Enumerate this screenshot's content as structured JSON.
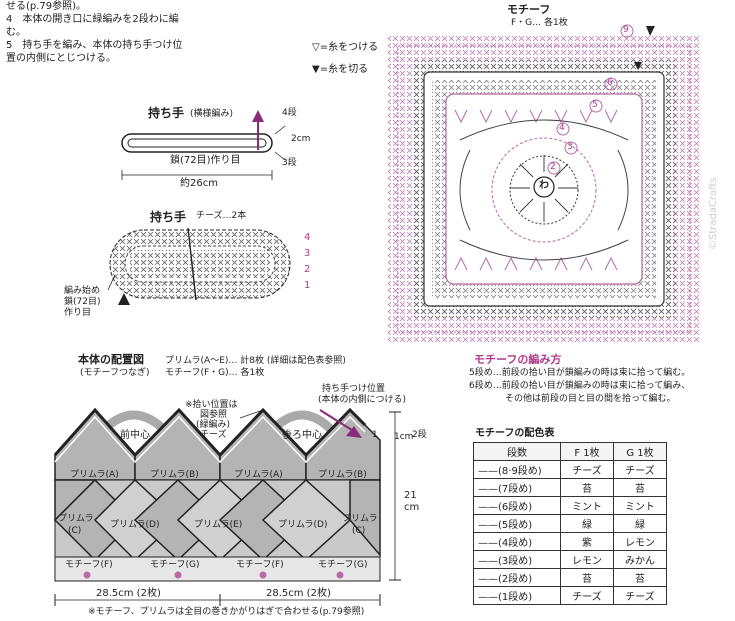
{
  "top_notes": {
    "line_0": "せる(p.79参照)。",
    "line_4a": "4　本体の開き口に緑編みを2段わに編",
    "line_4b": "む。",
    "line_5a": "5　持ち手を編み、本体の持ち手つけ位",
    "line_5b": "置の内側にとじつける。"
  },
  "legend": {
    "attach": "▽=糸をつける",
    "cut": "▼=糸を切る"
  },
  "handle1": {
    "title": "持ち手",
    "subtitle": "(横様編み)",
    "chain": "鎖(72目)作り目",
    "width": "約26cm",
    "rows_top": "4段",
    "rows_bottom": "3段",
    "height": "2cm"
  },
  "handle2": {
    "title": "持ち手",
    "note": "チーズ…2本",
    "start": "編み始め",
    "chain": "鎖(72目)",
    "made": "作り目",
    "rows": [
      "4",
      "3",
      "2",
      "1"
    ]
  },
  "motif": {
    "title": "モチーフ",
    "subtitle": "F・G… 各1枚",
    "center_label": "わ",
    "row_nums": [
      "9",
      "6",
      "5",
      "4",
      "3",
      "2"
    ],
    "watermark": "©StradaCrafts"
  },
  "method": {
    "title": "モチーフの編み方",
    "l1": "5段め…前段の拾い目が鎖編みの時は束に拾って編む。",
    "l2": "6段め…前段の拾い目が鎖編みの時は束に拾って編み、",
    "l3": "その他は前段の目と目の間を拾って編む。"
  },
  "layout": {
    "title": "本体の配置図",
    "subtitle": "(モチーフつなぎ)",
    "legend1": "プリムラ(A〜E)… 計8枚 (詳細は配色表参照)",
    "legend2": "モチーフ(F・G)… 各1枚",
    "note_pos1": "※拾い位置は",
    "note_pos2": "図参照",
    "note_pos3": "(緑編み)",
    "note_pos4": "チーズ",
    "handle_pos1": "持ち手つけ位置",
    "handle_pos2": "(本体の内側につける)",
    "front": "前中心",
    "back": "後ろ中心",
    "dim_1cm": "1cm",
    "dim_1cm2": "1",
    "dim_2dan": "2段",
    "dim_21": "21",
    "dim_cm": "cm",
    "pieces": {
      "a1": "プリムラ(A)",
      "b1": "プリムラ(B)",
      "a2": "プリムラ(A)",
      "b2": "プリムラ(B)",
      "c1": "プリムラ",
      "c1b": "(C)",
      "d1": "プリムラ(D)",
      "e1": "プリムラ(E)",
      "d2": "プリムラ(D)",
      "c2": "プリムラ",
      "c2b": "(C)",
      "f1": "モチーフ(F)",
      "g1": "モチーフ(G)",
      "f2": "モチーフ(F)",
      "g2": "モチーフ(G)"
    },
    "width_left": "28.5cm (2枚)",
    "width_right": "28.5cm (2枚)",
    "footnote": "※モチーフ、プリムラは全目の巻きかがりはぎで合わせる(p.79参照)"
  },
  "color_table": {
    "title": "モチーフの配色表",
    "headers": [
      "段数",
      "F 1枚",
      "G 1枚"
    ],
    "rows": [
      [
        "——(8·9段め)",
        "チーズ",
        "チーズ"
      ],
      [
        "——(7段め)",
        "苔",
        "苔"
      ],
      [
        "——(6段め)",
        "ミント",
        "ミント"
      ],
      [
        "——(5段め)",
        "緑",
        "緑"
      ],
      [
        "——(4段め)",
        "紫",
        "レモン"
      ],
      [
        "——(3段め)",
        "レモン",
        "みかん"
      ],
      [
        "——(2段め)",
        "苔",
        "苔"
      ],
      [
        "——(1段め)",
        "チーズ",
        "チーズ"
      ]
    ]
  }
}
